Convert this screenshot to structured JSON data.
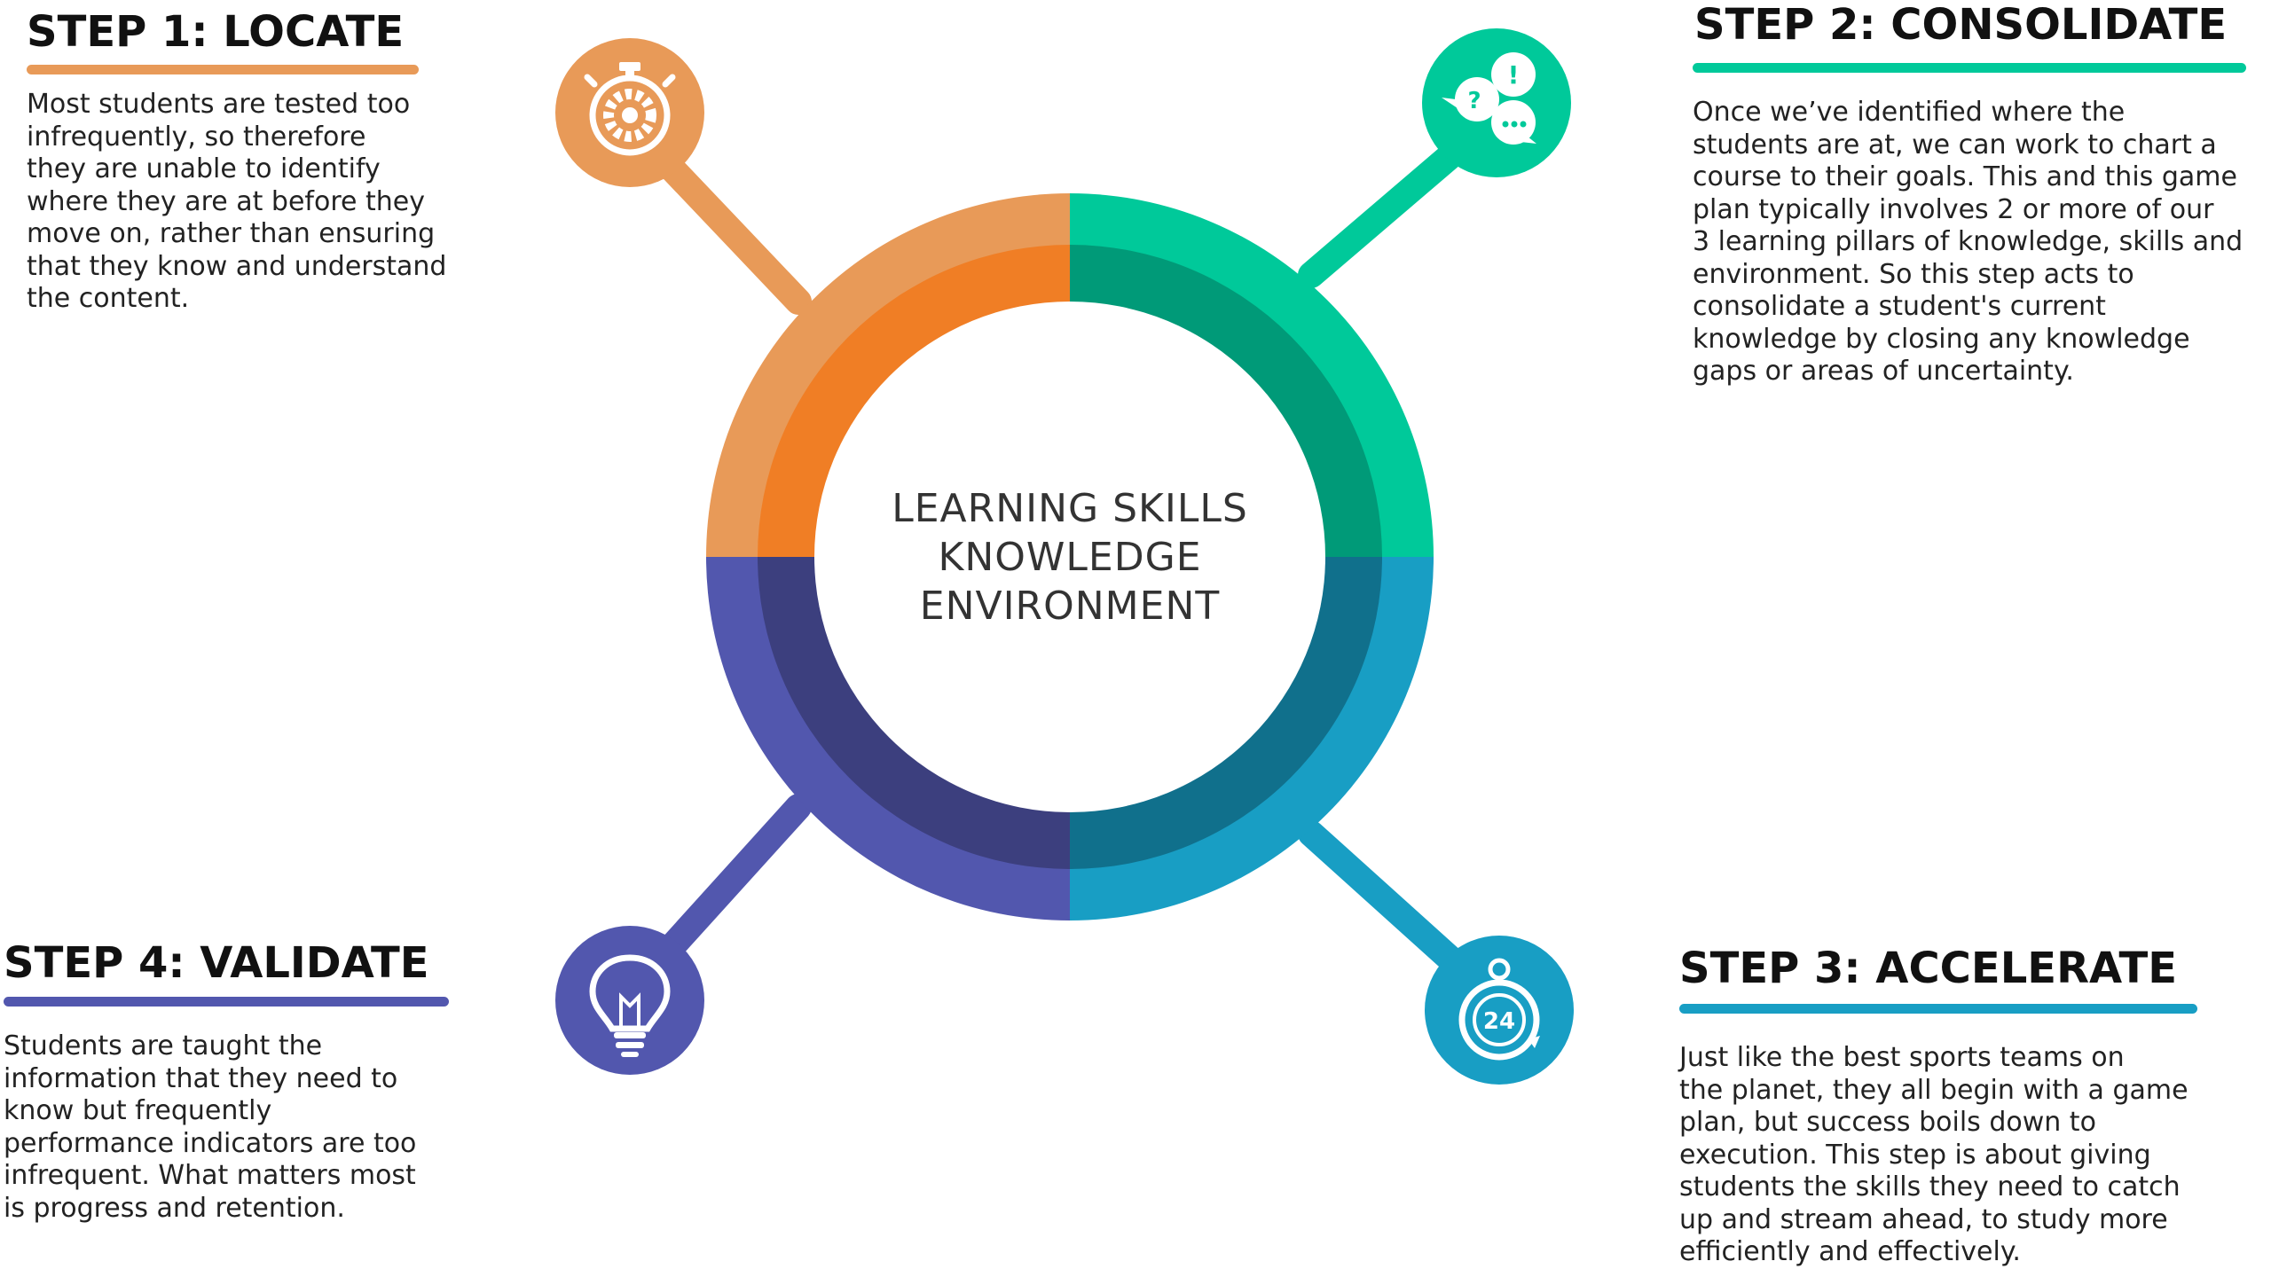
{
  "center": {
    "line1": "LEARNING SKILLS",
    "line2": "KNOWLEDGE",
    "line3": "ENVIRONMENT"
  },
  "steps": [
    {
      "title": "STEP 1: LOCATE",
      "body": "Most students are tested too\ninfrequently, so therefore\nthey are unable to identify\nwhere they are at before they\nmove on, rather than ensuring\nthat they know and understand\nthe content.",
      "icon": "stopwatch-gear-icon",
      "color": "#E89A58"
    },
    {
      "title": "STEP 2: CONSOLIDATE",
      "body": "Once we’ve identified where the\nstudents are at, we can work to chart a\ncourse to their goals. This and this game\nplan typically involves 2 or more of our\n3 learning pillars of knowledge, skills and\nenvironment. So this step acts to\nconsolidate a student's current\nknowledge by closing any knowledge\ngaps or areas of uncertainty.",
      "icon": "speech-bubbles-icon",
      "color": "#00C99A"
    },
    {
      "title": "STEP 3: ACCELERATE",
      "body": "Just like the best sports teams on\nthe planet, they all begin with a game\nplan, but success boils down to\nexecution. This step is about giving\nstudents the skills they need to catch\nup and stream ahead, to study more\nefficiently and effectively.",
      "icon": "stopwatch-24-icon",
      "color": "#189EC4"
    },
    {
      "title": "STEP 4: VALIDATE",
      "body": "Students are taught the\ninformation that they need to\nknow but frequently\nperformance indicators are too\ninfrequent. What matters most\nis progress and retention.",
      "icon": "lightbulb-icon",
      "color": "#5257AE"
    }
  ],
  "colors": {
    "q1_outer": "#E89A58",
    "q1_inner": "#F07E25",
    "q2_outer": "#00C99A",
    "q2_inner": "#009A78",
    "q3_outer": "#189EC4",
    "q3_inner": "#10708C",
    "q4_outer": "#5257AE",
    "q4_inner": "#3C3F7E"
  }
}
